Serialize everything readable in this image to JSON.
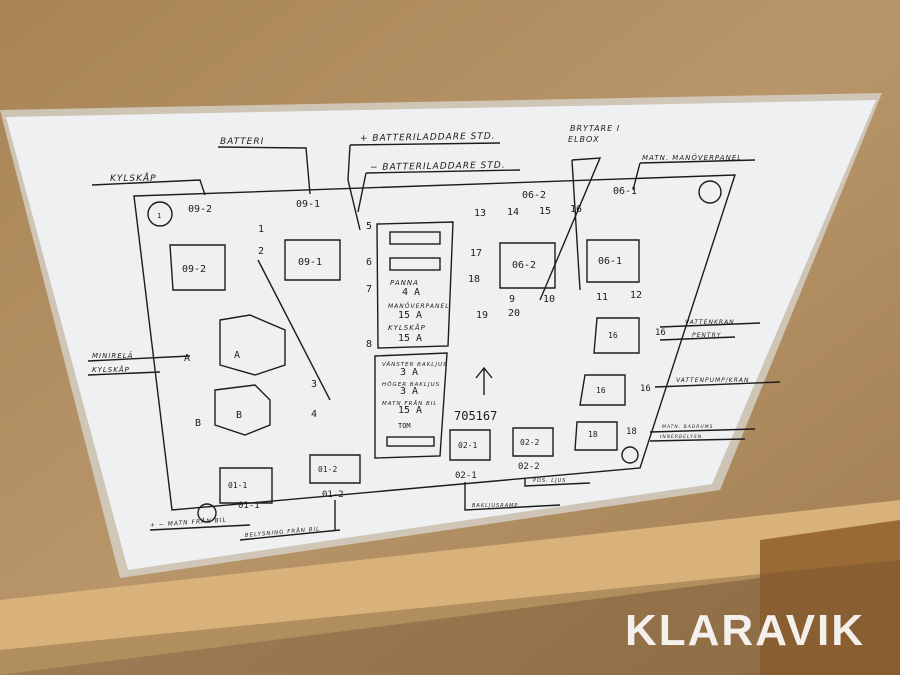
{
  "labels": {
    "batteri": "BATTERI",
    "plus_charger": "+ BATTERILADDARE STD.",
    "minus_charger": "− BATTERILADDARE STD.",
    "kylskap": "KYLSKÅP",
    "brytare_1": "BRYTARE I",
    "brytare_2": "ELBOX",
    "matn_manover": "MATN. MANÖVERPANEL",
    "minirela_1": "MINIRELÄ",
    "minirela_2": "KYLSKÅP",
    "vattenkran_1": "VATTENKRAN",
    "vattenkran_2": "PENTRY",
    "vattenpump": "VATTENPUMP/KRAN",
    "matn_badrum_1": "MATN. BADRUMS",
    "matn_badrum_2": "INNERBELYSN.",
    "matn_bil": "+ − MATN FRÅN BIL",
    "belysning_bil": "BELYSNING FRÅN BIL",
    "bakljus": "BAKLJUSRAMP",
    "pos_ljus": "POS. LJUS"
  },
  "connectors": {
    "c09_2": "09-2",
    "c09_1": "09-1",
    "c06_2": "06-2",
    "c06_1": "06-1",
    "c01_1": "01-1",
    "c01_2": "01-2",
    "c02_1": "02-1",
    "c02_2": "02-2",
    "c16": "16",
    "c18": "18",
    "A": "A",
    "B": "B"
  },
  "fuse_slots": [
    "1",
    "2",
    "3",
    "4",
    "5",
    "6",
    "7",
    "8",
    "9",
    "10",
    "11",
    "12",
    "13",
    "14",
    "15",
    "16",
    "17",
    "18",
    "19",
    "20"
  ],
  "fuses": [
    {
      "label": "PANNA",
      "value": "4 A"
    },
    {
      "label": "MANÖVERPANEL",
      "value": "15 A"
    },
    {
      "label": "KYLSKÅP",
      "value": "15 A"
    },
    {
      "label": "VÄNSTER BAKLJUS",
      "value": "3 A"
    },
    {
      "label": "HÖGER BAKLJUS",
      "value": "3 A"
    },
    {
      "label": "MATN FRÅN BIL",
      "value": "15 A"
    },
    {
      "label": "",
      "value": "TOM"
    }
  ],
  "serial": "705167",
  "mount_marker": "1",
  "watermark": "KLARAVIK",
  "colors": {
    "paper": "#eef0f2",
    "wood": "#b08a5c",
    "ink": "#1c1c1c"
  }
}
